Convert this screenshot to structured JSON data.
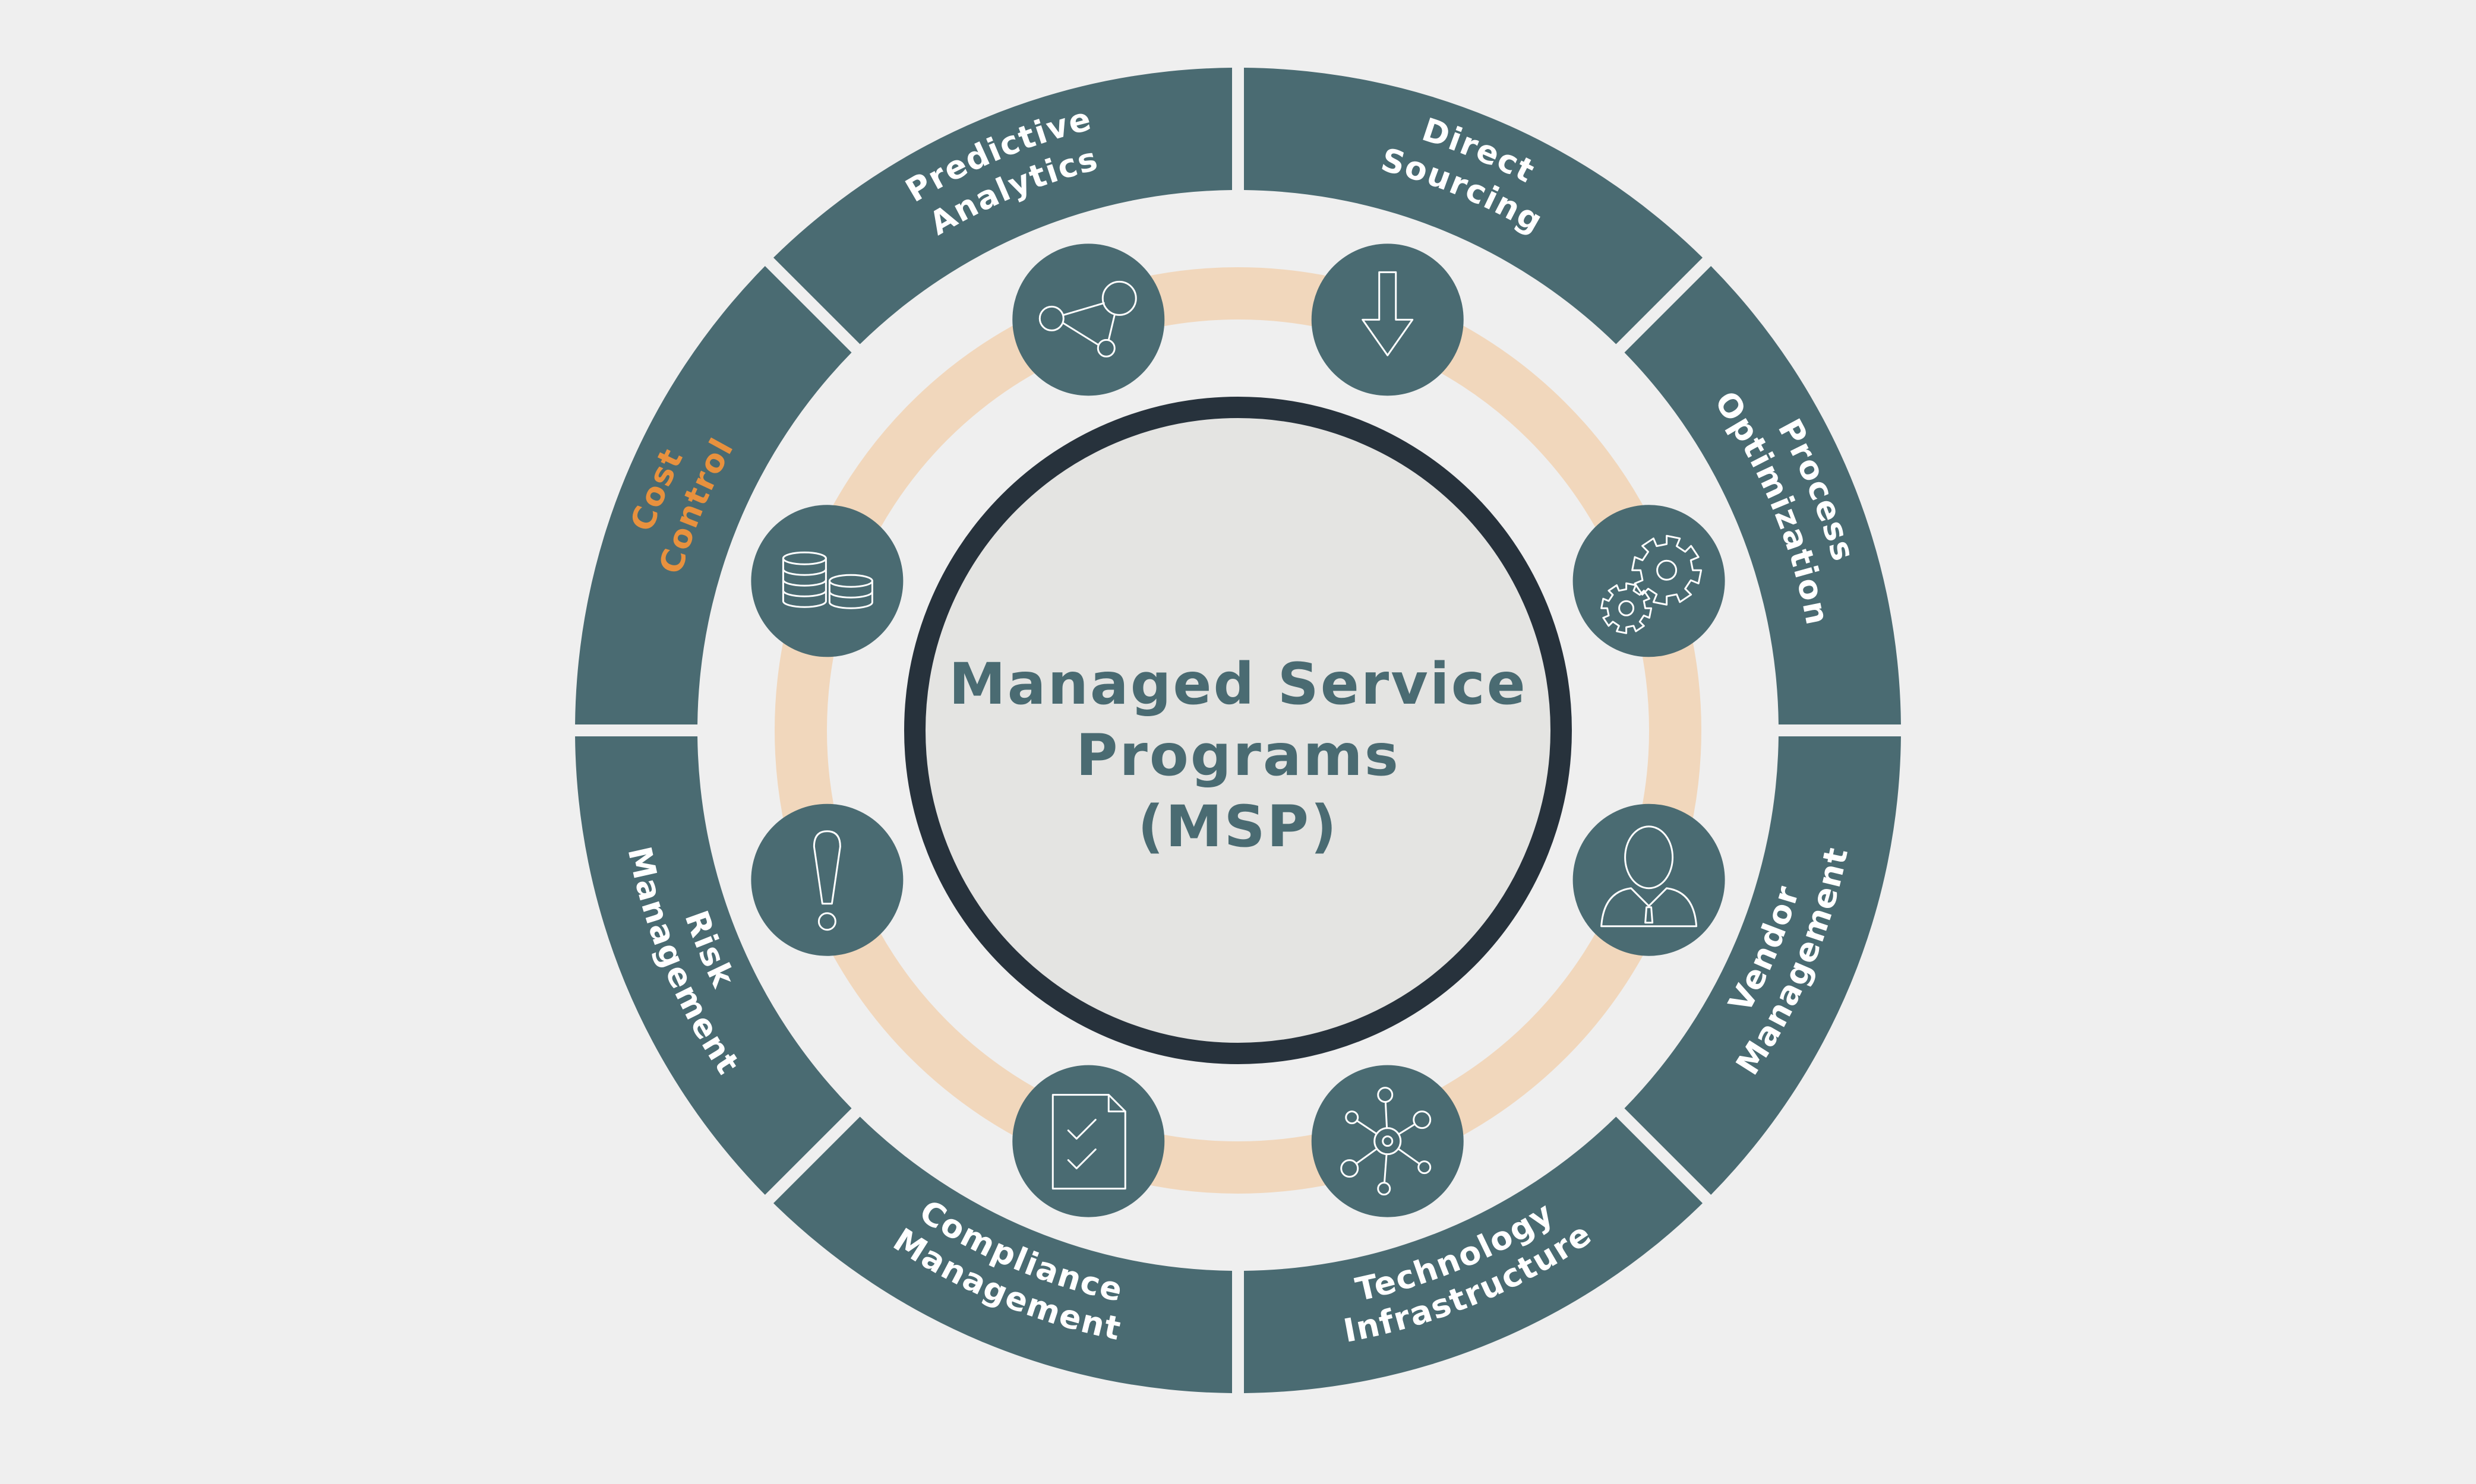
{
  "colors": {
    "background": "#efefef",
    "outer_ring": "#4a6b72",
    "inner_band": "#f1d7bc",
    "center_fill": "#e4e4e2",
    "center_border": "#27323c",
    "label_default": "#ffffff",
    "label_highlight": "#e8913e",
    "center_text": "#4a6b72"
  },
  "center": {
    "line1": "Managed Service",
    "line2": "Programs",
    "line3": "(MSP)"
  },
  "segments": [
    {
      "id": "direct-sourcing",
      "line1": "Direct",
      "line2": "Sourcing",
      "icon": "download-arrow-icon",
      "highlight": false
    },
    {
      "id": "process-optimization",
      "line1": "Process",
      "line2": "Optimization",
      "icon": "gears-icon",
      "highlight": false
    },
    {
      "id": "vendor-management",
      "line1": "Vendor",
      "line2": "Management",
      "icon": "person-icon",
      "highlight": false
    },
    {
      "id": "technology-infrastructure",
      "line1": "Technology",
      "line2": "Infrastructure",
      "icon": "network-hub-icon",
      "highlight": false
    },
    {
      "id": "compliance-management",
      "line1": "Compliance",
      "line2": "Management",
      "icon": "checklist-document-icon",
      "highlight": false
    },
    {
      "id": "risk-management",
      "line1": "Risk",
      "line2": "Management",
      "icon": "exclamation-icon",
      "highlight": false
    },
    {
      "id": "cost-control",
      "line1": "Cost",
      "line2": "Control",
      "icon": "coin-stacks-icon",
      "highlight": true
    },
    {
      "id": "predictive-analytics",
      "line1": "Predictive",
      "line2": "Analytics",
      "icon": "connected-nodes-icon",
      "highlight": false
    }
  ]
}
